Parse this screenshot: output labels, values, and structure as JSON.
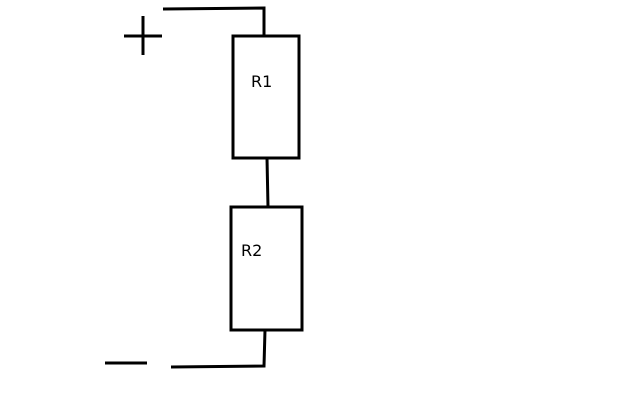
{
  "diagram": {
    "kind": "series resistor circuit",
    "terminals": {
      "positive": "+",
      "negative": "−"
    },
    "resistors": [
      {
        "label": "R1"
      },
      {
        "label": "R2"
      }
    ],
    "colors": {
      "line": "#000000",
      "background": "#ffffff"
    }
  }
}
